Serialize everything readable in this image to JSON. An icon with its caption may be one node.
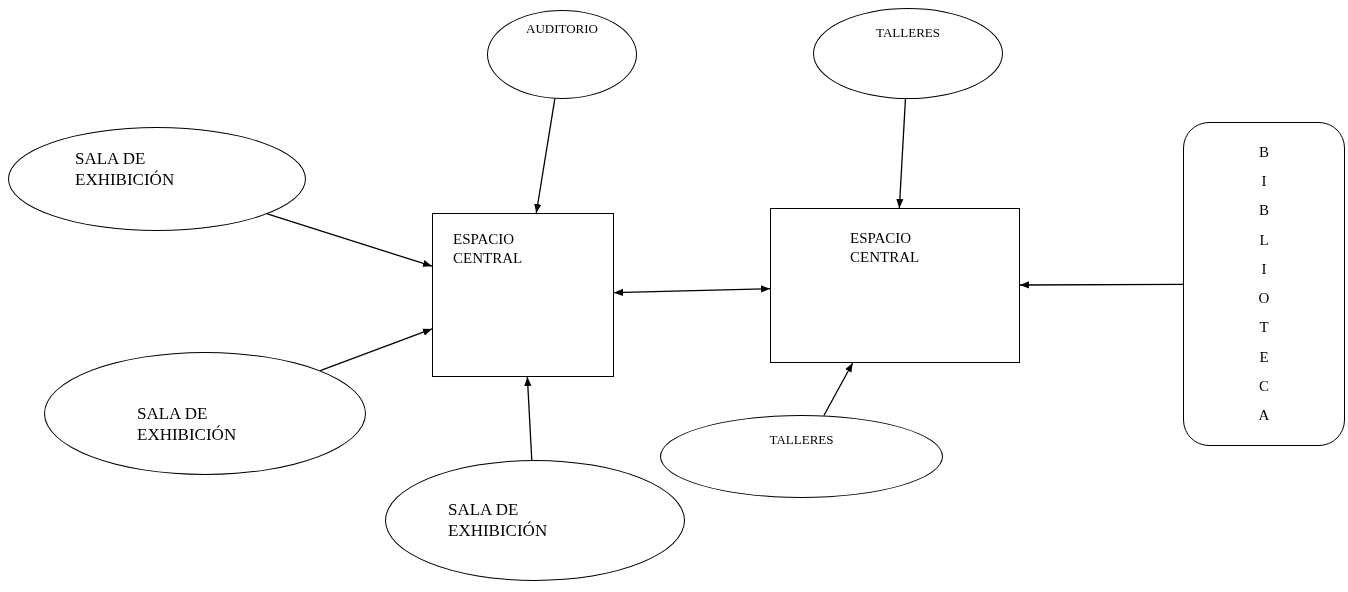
{
  "diagram": {
    "nodes": [
      {
        "text": [
          "AUDITORIO"
        ]
      },
      {
        "text": [
          "TALLERES"
        ]
      },
      {
        "text": [
          "SALA DE EXHIBICIÓN"
        ]
      },
      {
        "text": [
          "ESPACIO CENTRAL"
        ]
      },
      {
        "text": [
          "ESPACIO CENTRAL"
        ]
      },
      {
        "text": [
          "BIBLIOTECA"
        ]
      },
      {
        "text": [
          "SALA DE EXHIBICIÓN"
        ]
      },
      {
        "text": [
          "TALLERES"
        ]
      },
      {
        "text": [
          "SALA DE EXHIBICIÓN"
        ]
      }
    ],
    "edges": [
      {
        "from": 0,
        "to": 3,
        "arrow": "to"
      },
      {
        "from": 2,
        "to": 3,
        "arrow": "to"
      },
      {
        "from": 6,
        "to": 3,
        "arrow": "to"
      },
      {
        "from": 8,
        "to": 3,
        "arrow": "to"
      },
      {
        "from": 3,
        "to": 4,
        "arrow": "both"
      },
      {
        "from": 1,
        "to": 4,
        "arrow": "to"
      },
      {
        "from": 7,
        "to": 4,
        "arrow": "to"
      },
      {
        "from": 5,
        "to": 4,
        "arrow": "to"
      }
    ]
  }
}
